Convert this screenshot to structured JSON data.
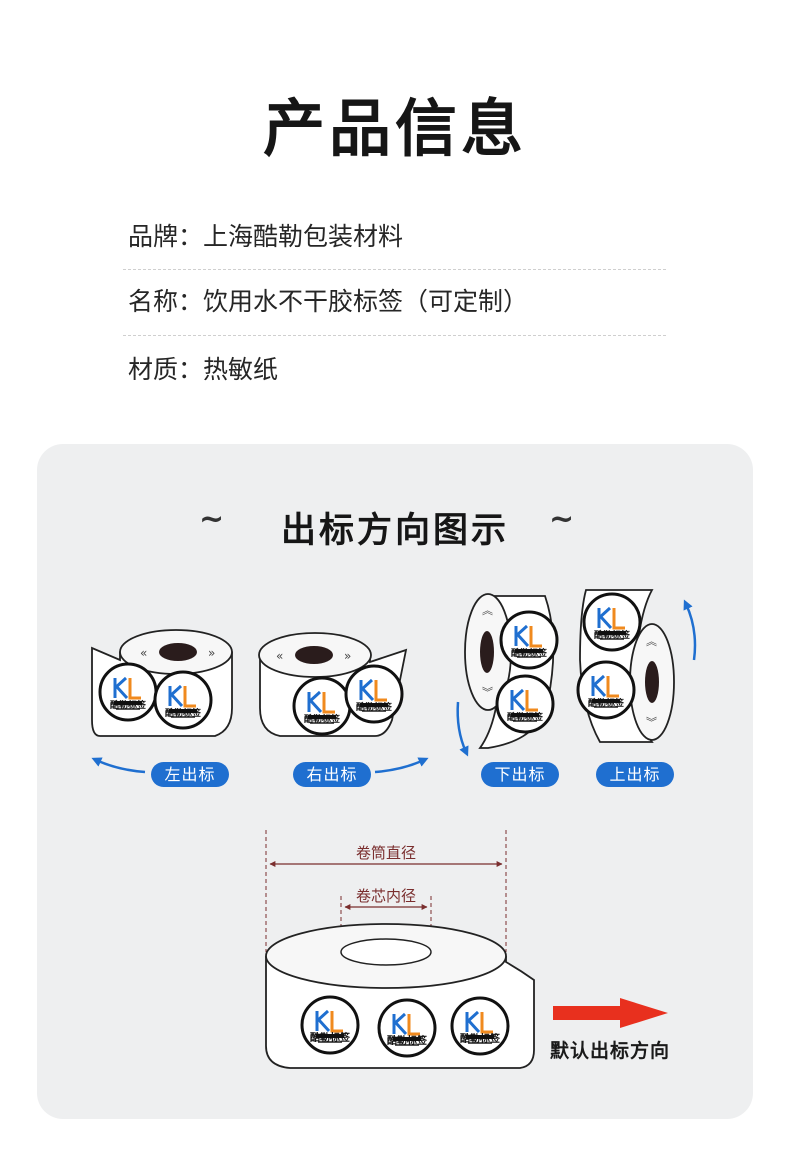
{
  "page": {
    "title": "产品信息"
  },
  "info": [
    {
      "key": "品牌",
      "value": "上海酷勒包装材料"
    },
    {
      "key": "名称",
      "value": "饮用水不干胶标签（可定制）"
    },
    {
      "key": "材质",
      "value": "热敏纸"
    }
  ],
  "separator": "：",
  "panel": {
    "title": "出标方向图示",
    "tilde": "~",
    "directions": [
      "左出标",
      "右出标",
      "下出标",
      "上出标"
    ]
  },
  "label_logo": {
    "monogram": "KL",
    "name": "酷勒标签",
    "subtitle": "KUAEBIAOQIAN"
  },
  "roll_diagram": {
    "outer_diameter_label": "卷筒直径",
    "inner_core_label": "卷芯内径",
    "default_direction_label": "默认出标方向"
  },
  "colors": {
    "pill_blue": "#1f6fd0",
    "arrow_blue": "#1f6fd0",
    "dimension_red": "#7a2e2e",
    "arrow_red": "#e8301e",
    "panel_bg": "#eeeff0"
  }
}
